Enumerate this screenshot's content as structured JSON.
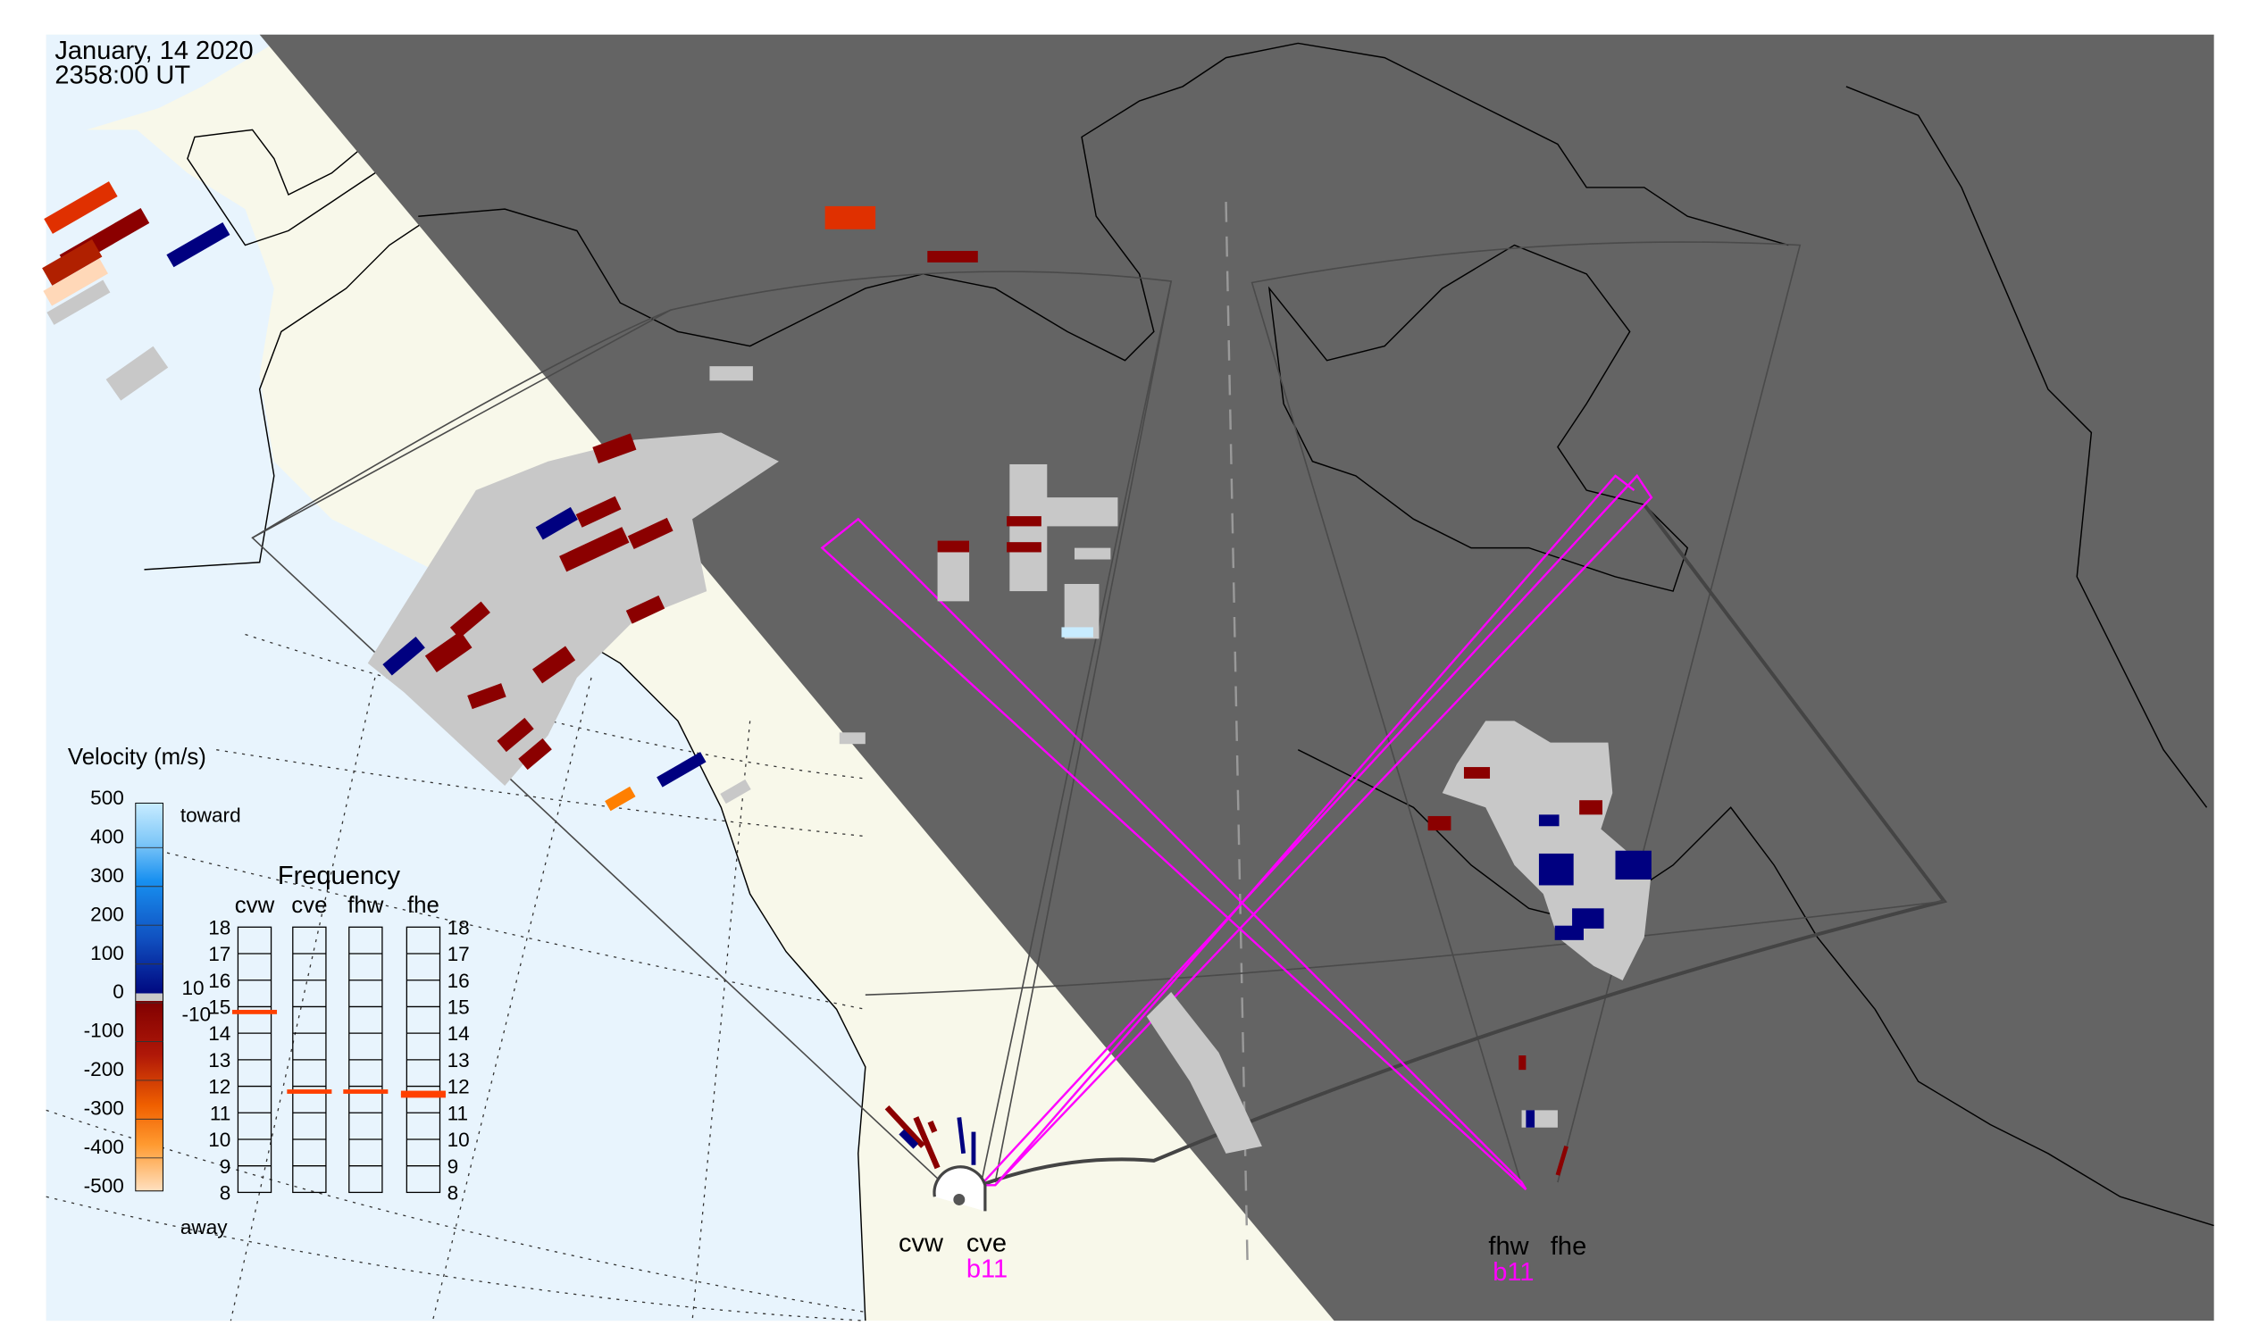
{
  "header": {
    "date": "January, 14 2020",
    "time": "2358:00 UT"
  },
  "colors": {
    "night": "#646464",
    "land": "#f8f8ea",
    "ocean": "#e8f4fd",
    "beam": "#ff00ff",
    "marker": "#ff4000",
    "gs": "#c8c8c8"
  },
  "velocity_legend": {
    "title": "Velocity (m/s)",
    "ticks": [
      "500",
      "400",
      "300",
      "200",
      "100",
      "0",
      "-100",
      "-200",
      "-300",
      "-400",
      "-500"
    ],
    "toward_label": "toward",
    "away_label": "away",
    "gs_upper": "10",
    "gs_lower": "-10"
  },
  "frequency_panel": {
    "title": "Frequency",
    "unit_range": [
      8,
      18
    ],
    "ticks": [
      "18",
      "17",
      "16",
      "15",
      "14",
      "13",
      "12",
      "11",
      "10",
      "9",
      "8"
    ],
    "radars": [
      {
        "code": "cvw",
        "freqs": [
          14.8
        ]
      },
      {
        "code": "cve",
        "freqs": [
          11.8
        ]
      },
      {
        "code": "fhw",
        "freqs": [
          11.8
        ]
      },
      {
        "code": "fhe",
        "freqs": [
          11.75,
          11.65
        ]
      }
    ]
  },
  "sites": {
    "cv": {
      "west": "cvw",
      "east": "cve",
      "beam": "b11"
    },
    "fh": {
      "west": "fhw",
      "east": "fhe",
      "beam": "b11"
    }
  }
}
